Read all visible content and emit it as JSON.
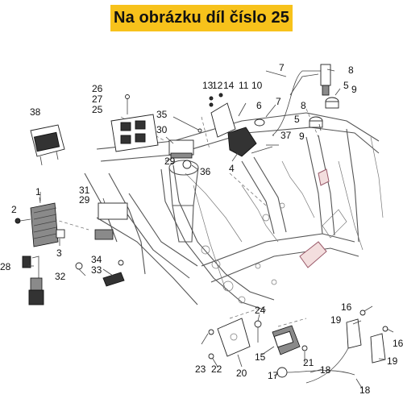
{
  "header": {
    "title": "Na obrázku díl číslo 25"
  },
  "colors": {
    "banner": "#f7c21b",
    "text": "#111111",
    "lines": "#444444",
    "highlight": "#f3dede"
  },
  "callouts": {
    "c1": "1",
    "c2": "2",
    "c3": "3",
    "c4": "4",
    "c5a": "5",
    "c5b": "5",
    "c6": "6",
    "c7a": "7",
    "c7b": "7",
    "c8a": "8",
    "c8b": "8",
    "c9a": "9",
    "c9b": "9",
    "c10": "10",
    "c11": "11",
    "c12": "12",
    "c13": "13",
    "c14": "14",
    "c15": "15",
    "c16a": "16",
    "c16b": "16",
    "c17": "17",
    "c18a": "18",
    "c18b": "18",
    "c19a": "19",
    "c19b": "19",
    "c20": "20",
    "c21": "21",
    "c22": "22",
    "c23": "23",
    "c24": "24",
    "c25": "25",
    "c26": "26",
    "c27": "27",
    "c28": "28",
    "c29a": "29",
    "c29b": "29",
    "c30": "30",
    "c31": "31",
    "c32": "32",
    "c33": "33",
    "c34": "34",
    "c35": "35",
    "c36": "36",
    "c37": "37",
    "c38": "38"
  }
}
